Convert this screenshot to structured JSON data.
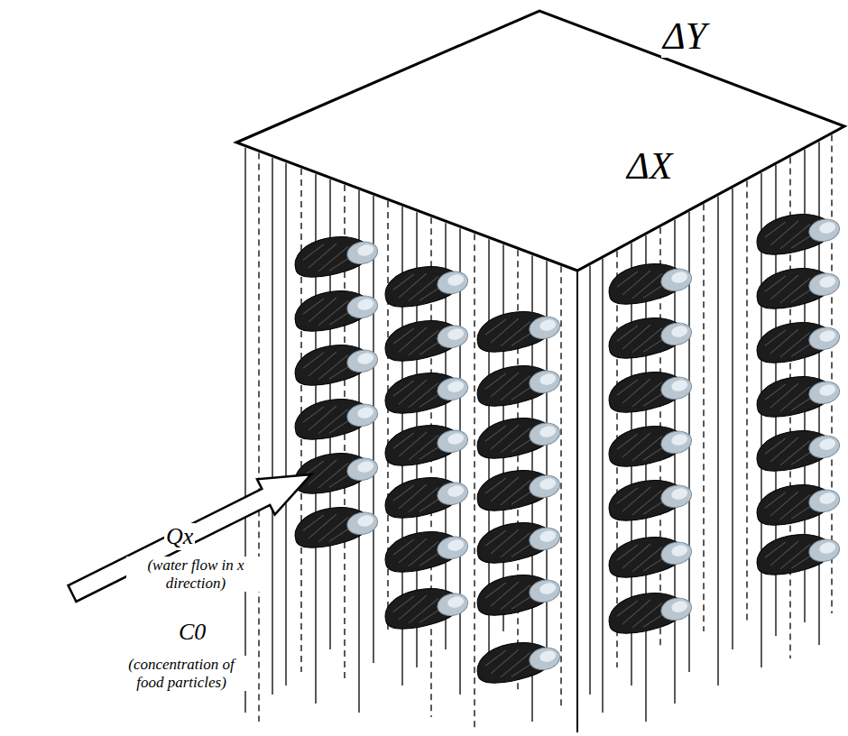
{
  "diagram": {
    "labels": [
      "ΔY",
      "ΔX",
      "Qx",
      "(water flow in x direction)",
      "C0",
      "(concentration of food particles)"
    ]
  }
}
